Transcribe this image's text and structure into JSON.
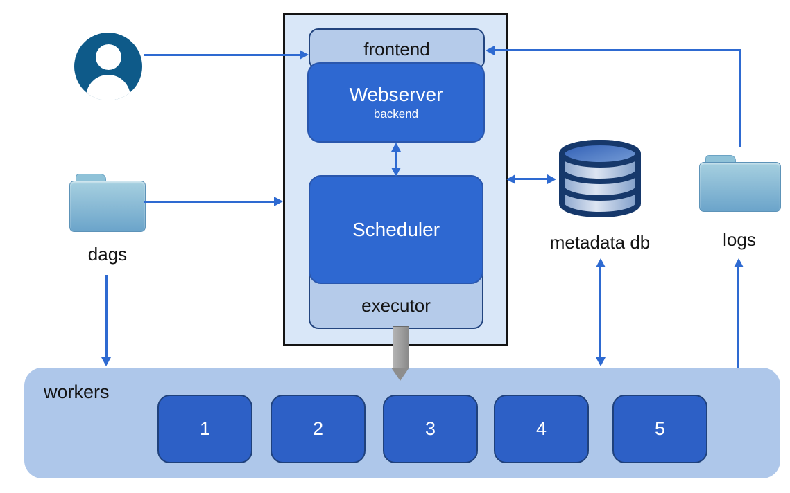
{
  "core": {
    "frontend_label": "frontend",
    "webserver_label": "Webserver",
    "webserver_sublabel": "backend",
    "scheduler_label": "Scheduler",
    "executor_label": "executor"
  },
  "sources": {
    "dags_label": "dags"
  },
  "storage": {
    "metadata_db_label": "metadata db",
    "logs_label": "logs"
  },
  "workers": {
    "label": "workers",
    "nodes": [
      "1",
      "2",
      "3",
      "4",
      "5"
    ]
  },
  "icons": [
    "user-icon",
    "folder-icon-dags",
    "database-icon-metadata",
    "folder-icon-logs"
  ],
  "colors": {
    "arrow_blue": "#2e6ad1",
    "node_blue": "#2e68d1",
    "panel_light_blue": "#b5cbea",
    "container_fill": "#d9e7f8",
    "container_border": "#141414",
    "workers_fill": "#aec7ea",
    "worker_node_fill": "#2d60c6",
    "user_icon_fill": "#0e5a89",
    "folder_fill": "#8cbcd6",
    "db_outline": "#16386b",
    "gray_arrow": "#8d8d8d",
    "label_text": "#141414"
  }
}
